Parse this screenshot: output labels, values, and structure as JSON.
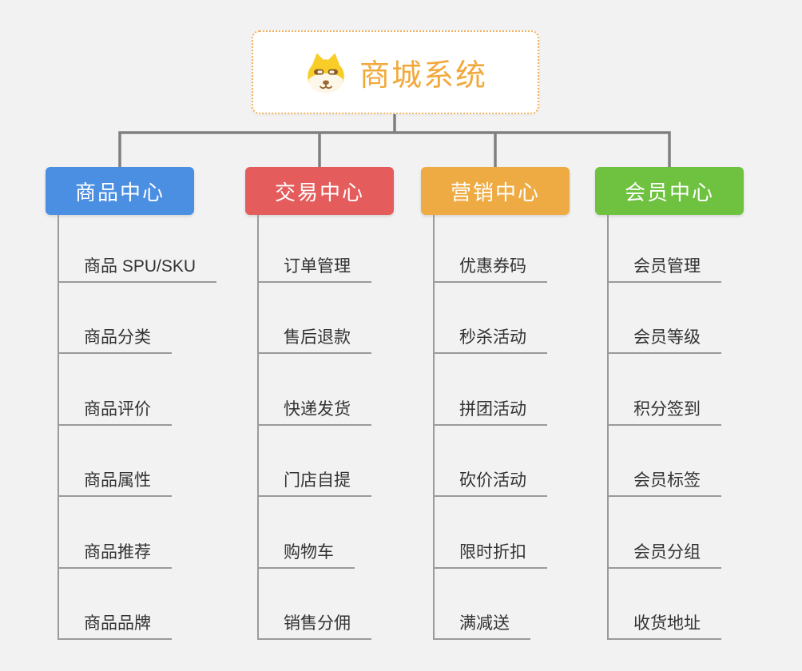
{
  "root": {
    "title": "商城系统",
    "icon": "shiba-dog-icon",
    "accent_color": "#f2a93c"
  },
  "branches": [
    {
      "label": "商品中心",
      "color": "#4b8fe2",
      "items": [
        "商品 SPU/SKU",
        "商品分类",
        "商品评价",
        "商品属性",
        "商品推荐",
        "商品品牌"
      ]
    },
    {
      "label": "交易中心",
      "color": "#e45c5c",
      "items": [
        "订单管理",
        "售后退款",
        "快递发货",
        "门店自提",
        "购物车",
        "销售分佣"
      ]
    },
    {
      "label": "营销中心",
      "color": "#eeab43",
      "items": [
        "优惠券码",
        "秒杀活动",
        "拼团活动",
        "砍价活动",
        "限时折扣",
        "满减送"
      ]
    },
    {
      "label": "会员中心",
      "color": "#6ec23f",
      "items": [
        "会员管理",
        "会员等级",
        "积分签到",
        "会员标签",
        "会员分组",
        "收货地址"
      ]
    }
  ],
  "connector_color": "#7f7f7f",
  "item_line_color": "#9a9a9a"
}
